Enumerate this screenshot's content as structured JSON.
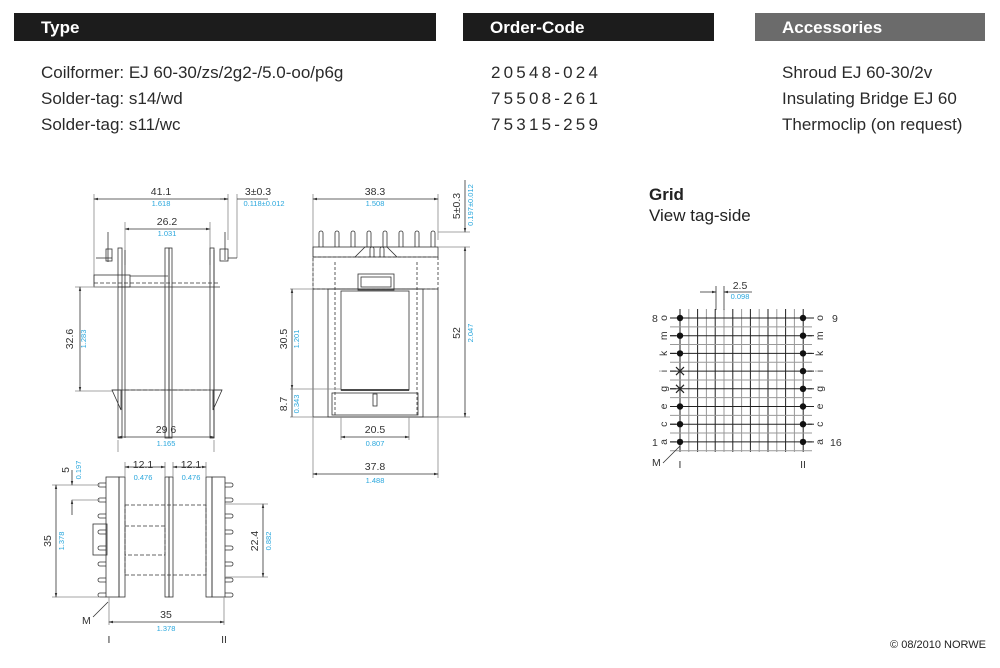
{
  "headers": {
    "type": "Type",
    "order_code": "Order-Code",
    "accessories": "Accessories"
  },
  "type_rows": [
    "Coilformer: EJ 60-30/zs/2g2-/5.0-oo/p6g",
    "Solder-tag: s14/wd",
    "Solder-tag: s11/wc"
  ],
  "order_codes": [
    "20548-024",
    "75508-261",
    "75315-259"
  ],
  "accessories": [
    "Shroud EJ 60-30/2v",
    "Insulating Bridge EJ 60",
    "Thermoclip (on request)"
  ],
  "colors": {
    "header_dark": "#1c1c1c",
    "header_gray": "#6b6b6b",
    "inch_dim": "#2aa7dd"
  },
  "drawing_side": {
    "w_total": "41.1",
    "w_total_in": "1.618",
    "tag": "3±0.3",
    "tag_in": "0.118±0.012",
    "w_inner": "26.2",
    "w_inner_in": "1.031",
    "h": "32.6",
    "h_in": "1.283",
    "w_bottom": "29.6",
    "w_bottom_in": "1.165"
  },
  "drawing_front": {
    "w_top": "38.3",
    "w_top_in": "1.508",
    "pin": "5±0.3",
    "pin_in": "0.197±0.012",
    "h_window": "30.5",
    "h_window_in": "1.201",
    "h_total": "52",
    "h_total_in": "2.047",
    "h_base": "8.7",
    "h_base_in": "0.343",
    "w_window": "20.5",
    "w_window_in": "0.807",
    "w_bottom": "37.8",
    "w_bottom_in": "1.488"
  },
  "drawing_top": {
    "pitch": "5",
    "pitch_in": "0.197",
    "sect1": "12.1",
    "sect1_in": "0.476",
    "sect2": "12.1",
    "sect2_in": "0.476",
    "h": "35",
    "h_in": "1.378",
    "core": "22.4",
    "core_in": "0.882",
    "w": "35",
    "w_in": "1.378",
    "mark": "M",
    "side1": "I",
    "side2": "II"
  },
  "grid": {
    "title": "Grid",
    "subtitle": "View tag-side",
    "pitch": "2.5",
    "pitch_in": "0.098",
    "left_letters": [
      "o",
      "m",
      "k",
      "i",
      "g",
      "e",
      "c",
      "a"
    ],
    "right_letters": [
      "o",
      "m",
      "k",
      "i",
      "g",
      "e",
      "c",
      "a"
    ],
    "left_top_num": "8",
    "left_bottom_num": "1",
    "right_top_num": "9",
    "right_bottom_num": "16",
    "left_pins": [
      "dot",
      "dot",
      "dot",
      "cross",
      "cross",
      "dot",
      "dot",
      "dot"
    ],
    "right_pins": [
      "dot",
      "dot",
      "dot",
      "dot",
      "dot",
      "dot",
      "dot",
      "dot"
    ],
    "mark": "M",
    "side1": "I",
    "side2": "II"
  },
  "footer": {
    "copyright": "© 08/2010 NORWE"
  }
}
